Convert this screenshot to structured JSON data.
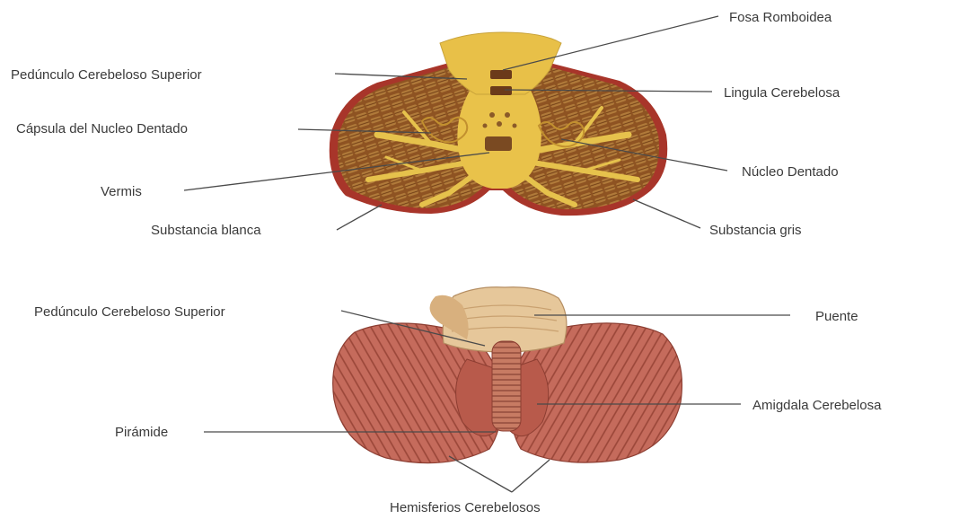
{
  "top_diagram": {
    "labels": {
      "fosa_romboidea": "Fosa Romboidea",
      "pedunculo_superior": "Pedúnculo Cerebeloso Superior",
      "lingula": "Lingula Cerebelosa",
      "capsula_nucleo": "Cápsula del Nucleo Dentado",
      "nucleo_dentado": "Núcleo Dentado",
      "vermis": "Vermis",
      "substancia_blanca": "Substancia blanca",
      "substancia_gris": "Substancia gris"
    }
  },
  "bottom_diagram": {
    "labels": {
      "pedunculo_superior": "Pedúnculo Cerebeloso Superior",
      "puente": "Puente",
      "amigdala": "Amigdala Cerebelosa",
      "piramide": "Pirámide",
      "hemisferios": "Hemisferios Cerebelosos"
    }
  },
  "colors": {
    "cortex_brown": "#8a4a1e",
    "medulla_yellow": "#e9c24a",
    "outer_red": "#a8352a",
    "hemisphere_pink": "#c0695a",
    "pons_cream": "#e6c79a"
  }
}
